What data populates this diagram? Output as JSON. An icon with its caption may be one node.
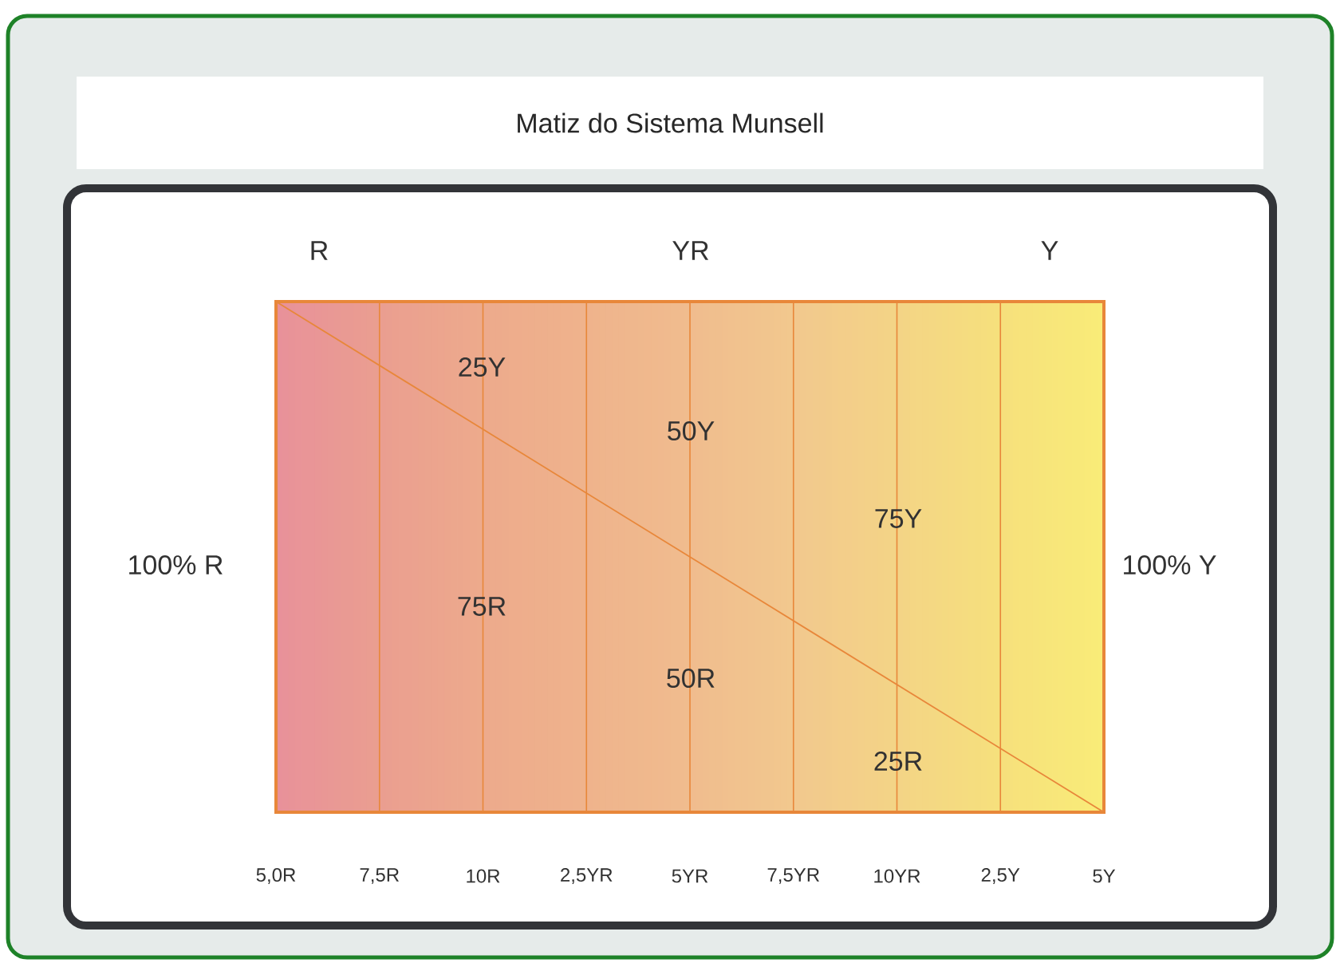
{
  "diagram": {
    "title": "Matiz do Sistema Munsell",
    "labels": [
      "R",
      "YR",
      "Y",
      "25Y",
      "50Y",
      "100% R",
      "75Y",
      "100% Y",
      "75R",
      "50R",
      "25R",
      "5,0R",
      "7,5R",
      "10R",
      "2,5YR",
      "5YR",
      "7,5YR",
      "10YR",
      "2,5Y",
      "5Y"
    ]
  }
}
